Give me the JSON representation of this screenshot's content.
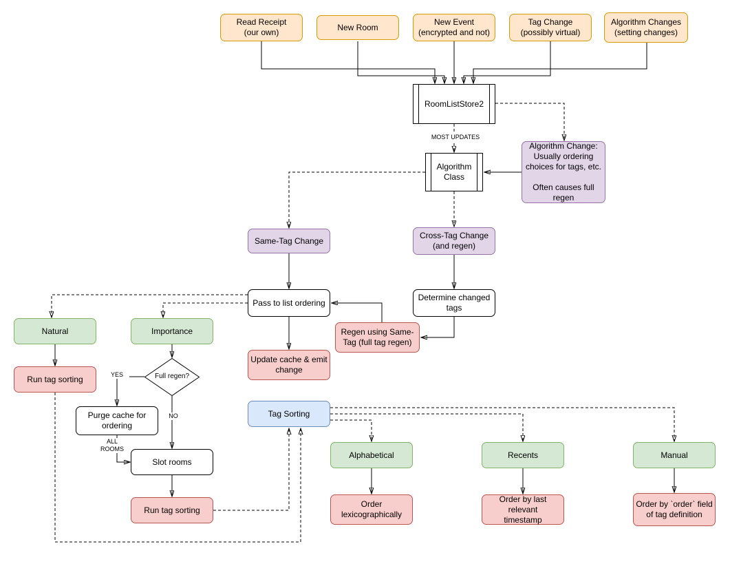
{
  "palette": {
    "orange_fill": "#ffe6cc",
    "orange_stroke": "#d79b00",
    "purple_fill": "#e1d5e7",
    "purple_stroke": "#9673a6",
    "green_fill": "#d5e8d4",
    "green_stroke": "#82b366",
    "pink_fill": "#f8cecc",
    "pink_stroke": "#b85450",
    "blue_fill": "#dae8fc",
    "blue_stroke": "#6c8ebf",
    "white_fill": "#ffffff",
    "black_stroke": "#000000"
  },
  "nodes": {
    "read_receipt": {
      "label": "Read Receipt\n(our own)"
    },
    "new_room": {
      "label": "New Room"
    },
    "new_event": {
      "label": "New Event\n(encrypted and not)"
    },
    "tag_change": {
      "label": "Tag Change\n(possibly virtual)"
    },
    "algorithm_changes": {
      "label": "Algorithm Changes\n(setting changes)"
    },
    "room_list_store": {
      "label": "RoomListStore2"
    },
    "algorithm_class": {
      "label": "Algorithm\nClass"
    },
    "algorithm_change_note": {
      "label": "Algorithm Change:\nUsually ordering\nchoices for tags, etc.\n\nOften causes full\nregen"
    },
    "same_tag_change": {
      "label": "Same-Tag Change"
    },
    "cross_tag_change": {
      "label": "Cross-Tag Change\n(and regen)"
    },
    "pass_to_list_ordering": {
      "label": "Pass to list ordering"
    },
    "determine_changed_tags": {
      "label": "Determine changed\ntags"
    },
    "regen_same_tag": {
      "label": "Regen using Same-\nTag (full tag regen)"
    },
    "update_cache": {
      "label": "Update cache & emit\nchange"
    },
    "natural": {
      "label": "Natural"
    },
    "importance": {
      "label": "Importance"
    },
    "run_tag_sorting_left": {
      "label": "Run tag sorting"
    },
    "full_regen": {
      "label": "Full regen?"
    },
    "purge_cache": {
      "label": "Purge cache for\nordering"
    },
    "slot_rooms": {
      "label": "Slot rooms"
    },
    "run_tag_sorting_bottom": {
      "label": "Run tag sorting"
    },
    "tag_sorting": {
      "label": "Tag Sorting"
    },
    "alphabetical": {
      "label": "Alphabetical"
    },
    "recents": {
      "label": "Recents"
    },
    "manual": {
      "label": "Manual"
    },
    "order_lexicographically": {
      "label": "Order\nlexicographically"
    },
    "order_by_timestamp": {
      "label": "Order by last relevant\ntimestamp"
    },
    "order_by_order_field": {
      "label": "Order by `order` field\nof tag definition"
    }
  },
  "edge_labels": {
    "most_updates": "MOST UPDATES",
    "yes": "YES",
    "no": "NO",
    "all_rooms": "ALL\nROOMS"
  }
}
